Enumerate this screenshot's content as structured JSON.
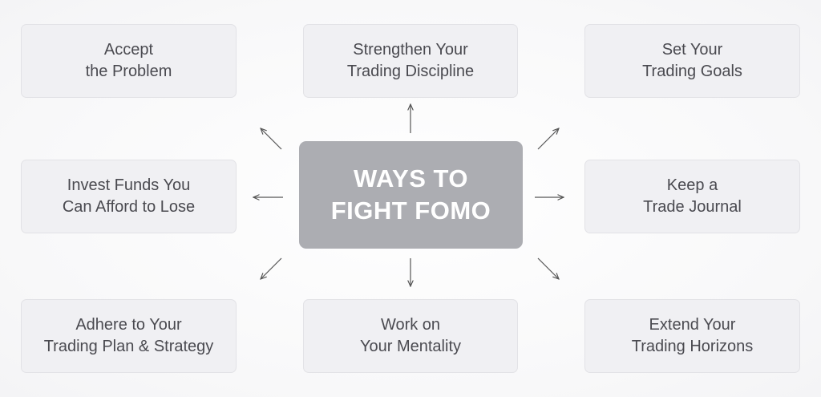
{
  "center": {
    "line1": "WAYS TO",
    "line2": "FIGHT FOMO"
  },
  "nodes": [
    {
      "line1": "Accept",
      "line2": "the Problem"
    },
    {
      "line1": "Strengthen Your",
      "line2": "Trading Discipline"
    },
    {
      "line1": "Set Your",
      "line2": "Trading Goals"
    },
    {
      "line1": "Invest Funds You",
      "line2": "Can Afford to Lose"
    },
    {
      "line1": "Keep a",
      "line2": "Trade Journal"
    },
    {
      "line1": "Adhere to Your",
      "line2": "Trading Plan & Strategy"
    },
    {
      "line1": "Work on",
      "line2": "Your Mentality"
    },
    {
      "line1": "Extend Your",
      "line2": "Trading Horizons"
    }
  ],
  "colors": {
    "center_fill": "#acadb2",
    "node_fill": "#f0f0f3",
    "text": "#4a4a50",
    "arrow": "#555555"
  }
}
